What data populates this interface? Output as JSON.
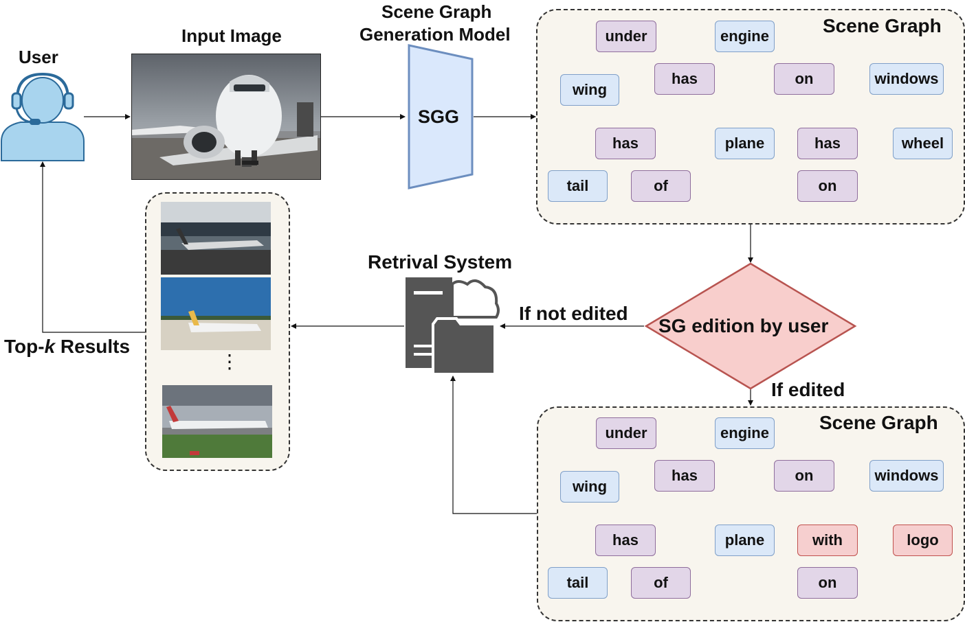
{
  "labels": {
    "user": "User",
    "input_image": "Input Image",
    "sgg_title_line1": "Scene Graph",
    "sgg_title_line2": "Generation Model",
    "sgg_box": "SGG",
    "scene_graph_1": "Scene Graph",
    "scene_graph_2": "Scene Graph",
    "retrieval": "Retrival System",
    "top_k_prefix": "Top-",
    "top_k_k": "k",
    "top_k_suffix": " Results",
    "decision": "SG edition by user",
    "if_not_edited": "If not edited",
    "if_edited": "If edited",
    "ellipsis": "⋮"
  },
  "graph1": {
    "under": "under",
    "engine": "engine",
    "has_top": "has",
    "on_top": "on",
    "windows": "windows",
    "wing": "wing",
    "has_left": "has",
    "plane": "plane",
    "has_right": "has",
    "wheel": "wheel",
    "tail": "tail",
    "of": "of",
    "on_bottom": "on"
  },
  "graph2": {
    "under": "under",
    "engine": "engine",
    "has_top": "has",
    "on_top": "on",
    "windows": "windows",
    "wing": "wing",
    "has_left": "has",
    "plane": "plane",
    "with": "with",
    "logo": "logo",
    "tail": "tail",
    "of": "of",
    "on_bottom": "on"
  },
  "colors": {
    "object_fill": "#dbe8f8",
    "relation_fill": "#e2d6e8",
    "edited_fill": "#f6cfcf",
    "decision_fill": "#f8cecc",
    "decision_stroke": "#b85450",
    "user_icon": "#a8d4ee",
    "server_icon": "#555555"
  },
  "icons": [
    "user-headset-icon",
    "server-cloud-folder-icon"
  ]
}
